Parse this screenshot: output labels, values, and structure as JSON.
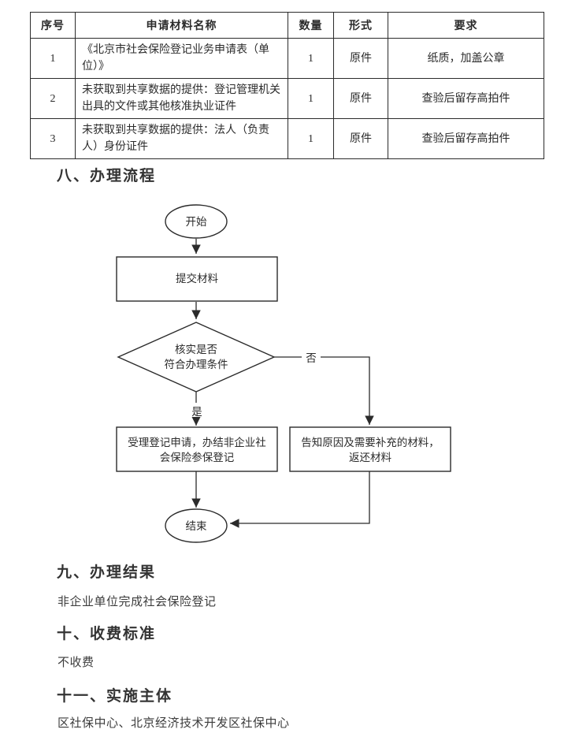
{
  "table": {
    "headers": [
      "序号",
      "申请材料名称",
      "数量",
      "形式",
      "要求"
    ],
    "rows": [
      {
        "no": "1",
        "name": "《北京市社会保险登记业务申请表（单位）》",
        "qty": "1",
        "form": "原件",
        "req": "纸质，加盖公章"
      },
      {
        "no": "2",
        "name": "未获取到共享数据的提供：登记管理机关出具的文件或其他核准执业证件",
        "qty": "1",
        "form": "原件",
        "req": "查验后留存高拍件"
      },
      {
        "no": "3",
        "name": "未获取到共享数据的提供：法人（负责人）身份证件",
        "qty": "1",
        "form": "原件",
        "req": "查验后留存高拍件"
      }
    ]
  },
  "sections": {
    "process_heading": "八、办理流程",
    "result_heading": "九、办理结果",
    "result_body": "非企业单位完成社会保险登记",
    "fee_heading": "十、收费标准",
    "fee_body": "不收费",
    "agency_heading": "十一、实施主体",
    "agency_body": "区社保中心、北京经济技术开发区社保中心"
  },
  "flowchart": {
    "start_label": "开始",
    "submit_label": "提交材料",
    "decision": {
      "lines": [
        "核实是否",
        "符合办理条件"
      ]
    },
    "no_label": "否",
    "yes_label": "是",
    "accept": {
      "lines": [
        "受理登记申请，办结非企业社",
        "会保险参保登记"
      ]
    },
    "reject": {
      "lines": [
        "告知原因及需要补充的材料，",
        "返还材料"
      ]
    },
    "end_label": "结束"
  },
  "colors": {
    "ink": "#2b2b2b",
    "background": "#ffffff"
  }
}
